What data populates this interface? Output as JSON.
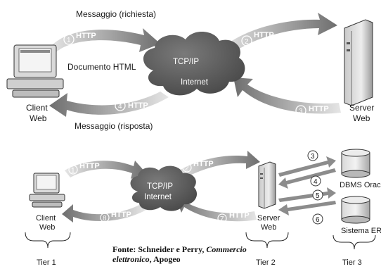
{
  "top": {
    "request_label": "Messaggio (richiesta)",
    "html_doc_label": "Documento HTML",
    "response_label": "Messaggio (risposta)",
    "cloud_line1": "TCP/IP",
    "cloud_line2": "Internet",
    "client_label_1": "Client",
    "client_label_2": "Web",
    "server_label_1": "Server",
    "server_label_2": "Web",
    "arrows": [
      {
        "num": "1",
        "text": "HTTP"
      },
      {
        "num": "2",
        "text": "HTTP"
      },
      {
        "num": "3",
        "text": "HTTP"
      },
      {
        "num": "4",
        "text": "HTTP"
      }
    ]
  },
  "bottom": {
    "cloud_line1": "TCP/IP",
    "cloud_line2": "Internet",
    "client_label_1": "Client",
    "client_label_2": "Web",
    "server_label_1": "Server",
    "server_label_2": "Web",
    "dbms_label": "DBMS Oracle",
    "erp_label": "Sistema ERP",
    "tier1": "Tier 1",
    "tier2": "Tier 2",
    "tier3": "Tier 3",
    "arrows": [
      {
        "num": "1",
        "text": "HTTP"
      },
      {
        "num": "2",
        "text": "HTTP"
      },
      {
        "num": "7",
        "text": "HTTP"
      },
      {
        "num": "8",
        "text": "HTTP"
      }
    ],
    "db_steps": [
      "3",
      "4",
      "5",
      "6"
    ]
  },
  "source": {
    "prefix": "Fonte: Schneider e Perry, ",
    "title": "Commercio elettronico",
    "suffix": ", Apogeo"
  }
}
